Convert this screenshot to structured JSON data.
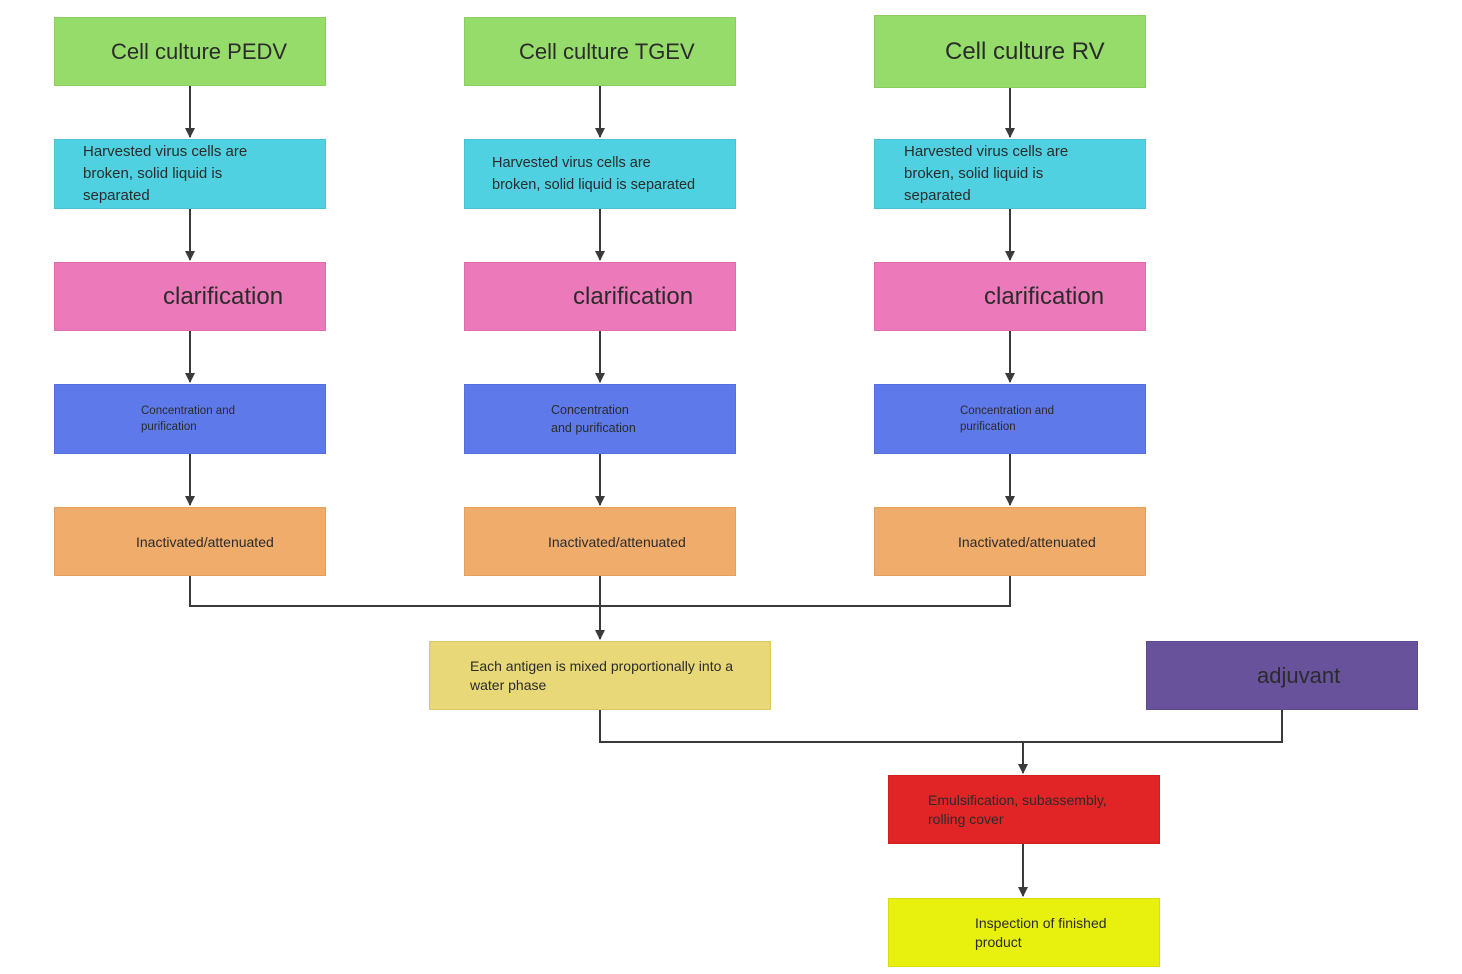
{
  "colors": {
    "culture": "#96dc6a",
    "harvest": "#4fd1e1",
    "clarification": "#ec79b9",
    "concentration": "#5e7aea",
    "inactivation": "#f0ac6a",
    "mixing": "#e8d877",
    "adjuvant": "#67529b",
    "emulsification": "#e12526",
    "inspection": "#e8f00e",
    "connector": "#3a3a3a"
  },
  "columns": [
    {
      "culture": "Cell culture PEDV",
      "harvest": "Harvested virus cells are\nbroken, solid liquid is\nseparated",
      "clarification": "clarification",
      "concentration": "Concentration and\npurification",
      "inactivation": "Inactivated/attenuated"
    },
    {
      "culture": "Cell culture TGEV",
      "harvest": "Harvested virus cells are\nbroken, solid liquid is separated",
      "clarification": "clarification",
      "concentration": "Concentration\nand purification",
      "inactivation": "Inactivated/attenuated"
    },
    {
      "culture": "Cell culture RV",
      "harvest": "Harvested virus cells are\nbroken, solid liquid is\nseparated",
      "clarification": "clarification",
      "concentration": "Concentration and\npurification",
      "inactivation": "Inactivated/attenuated"
    }
  ],
  "mixing": "Each antigen is mixed proportionally into a\nwater phase",
  "adjuvant": "adjuvant",
  "emulsification": "Emulsification, subassembly,\nrolling cover",
  "inspection": "Inspection of finished\nproduct"
}
